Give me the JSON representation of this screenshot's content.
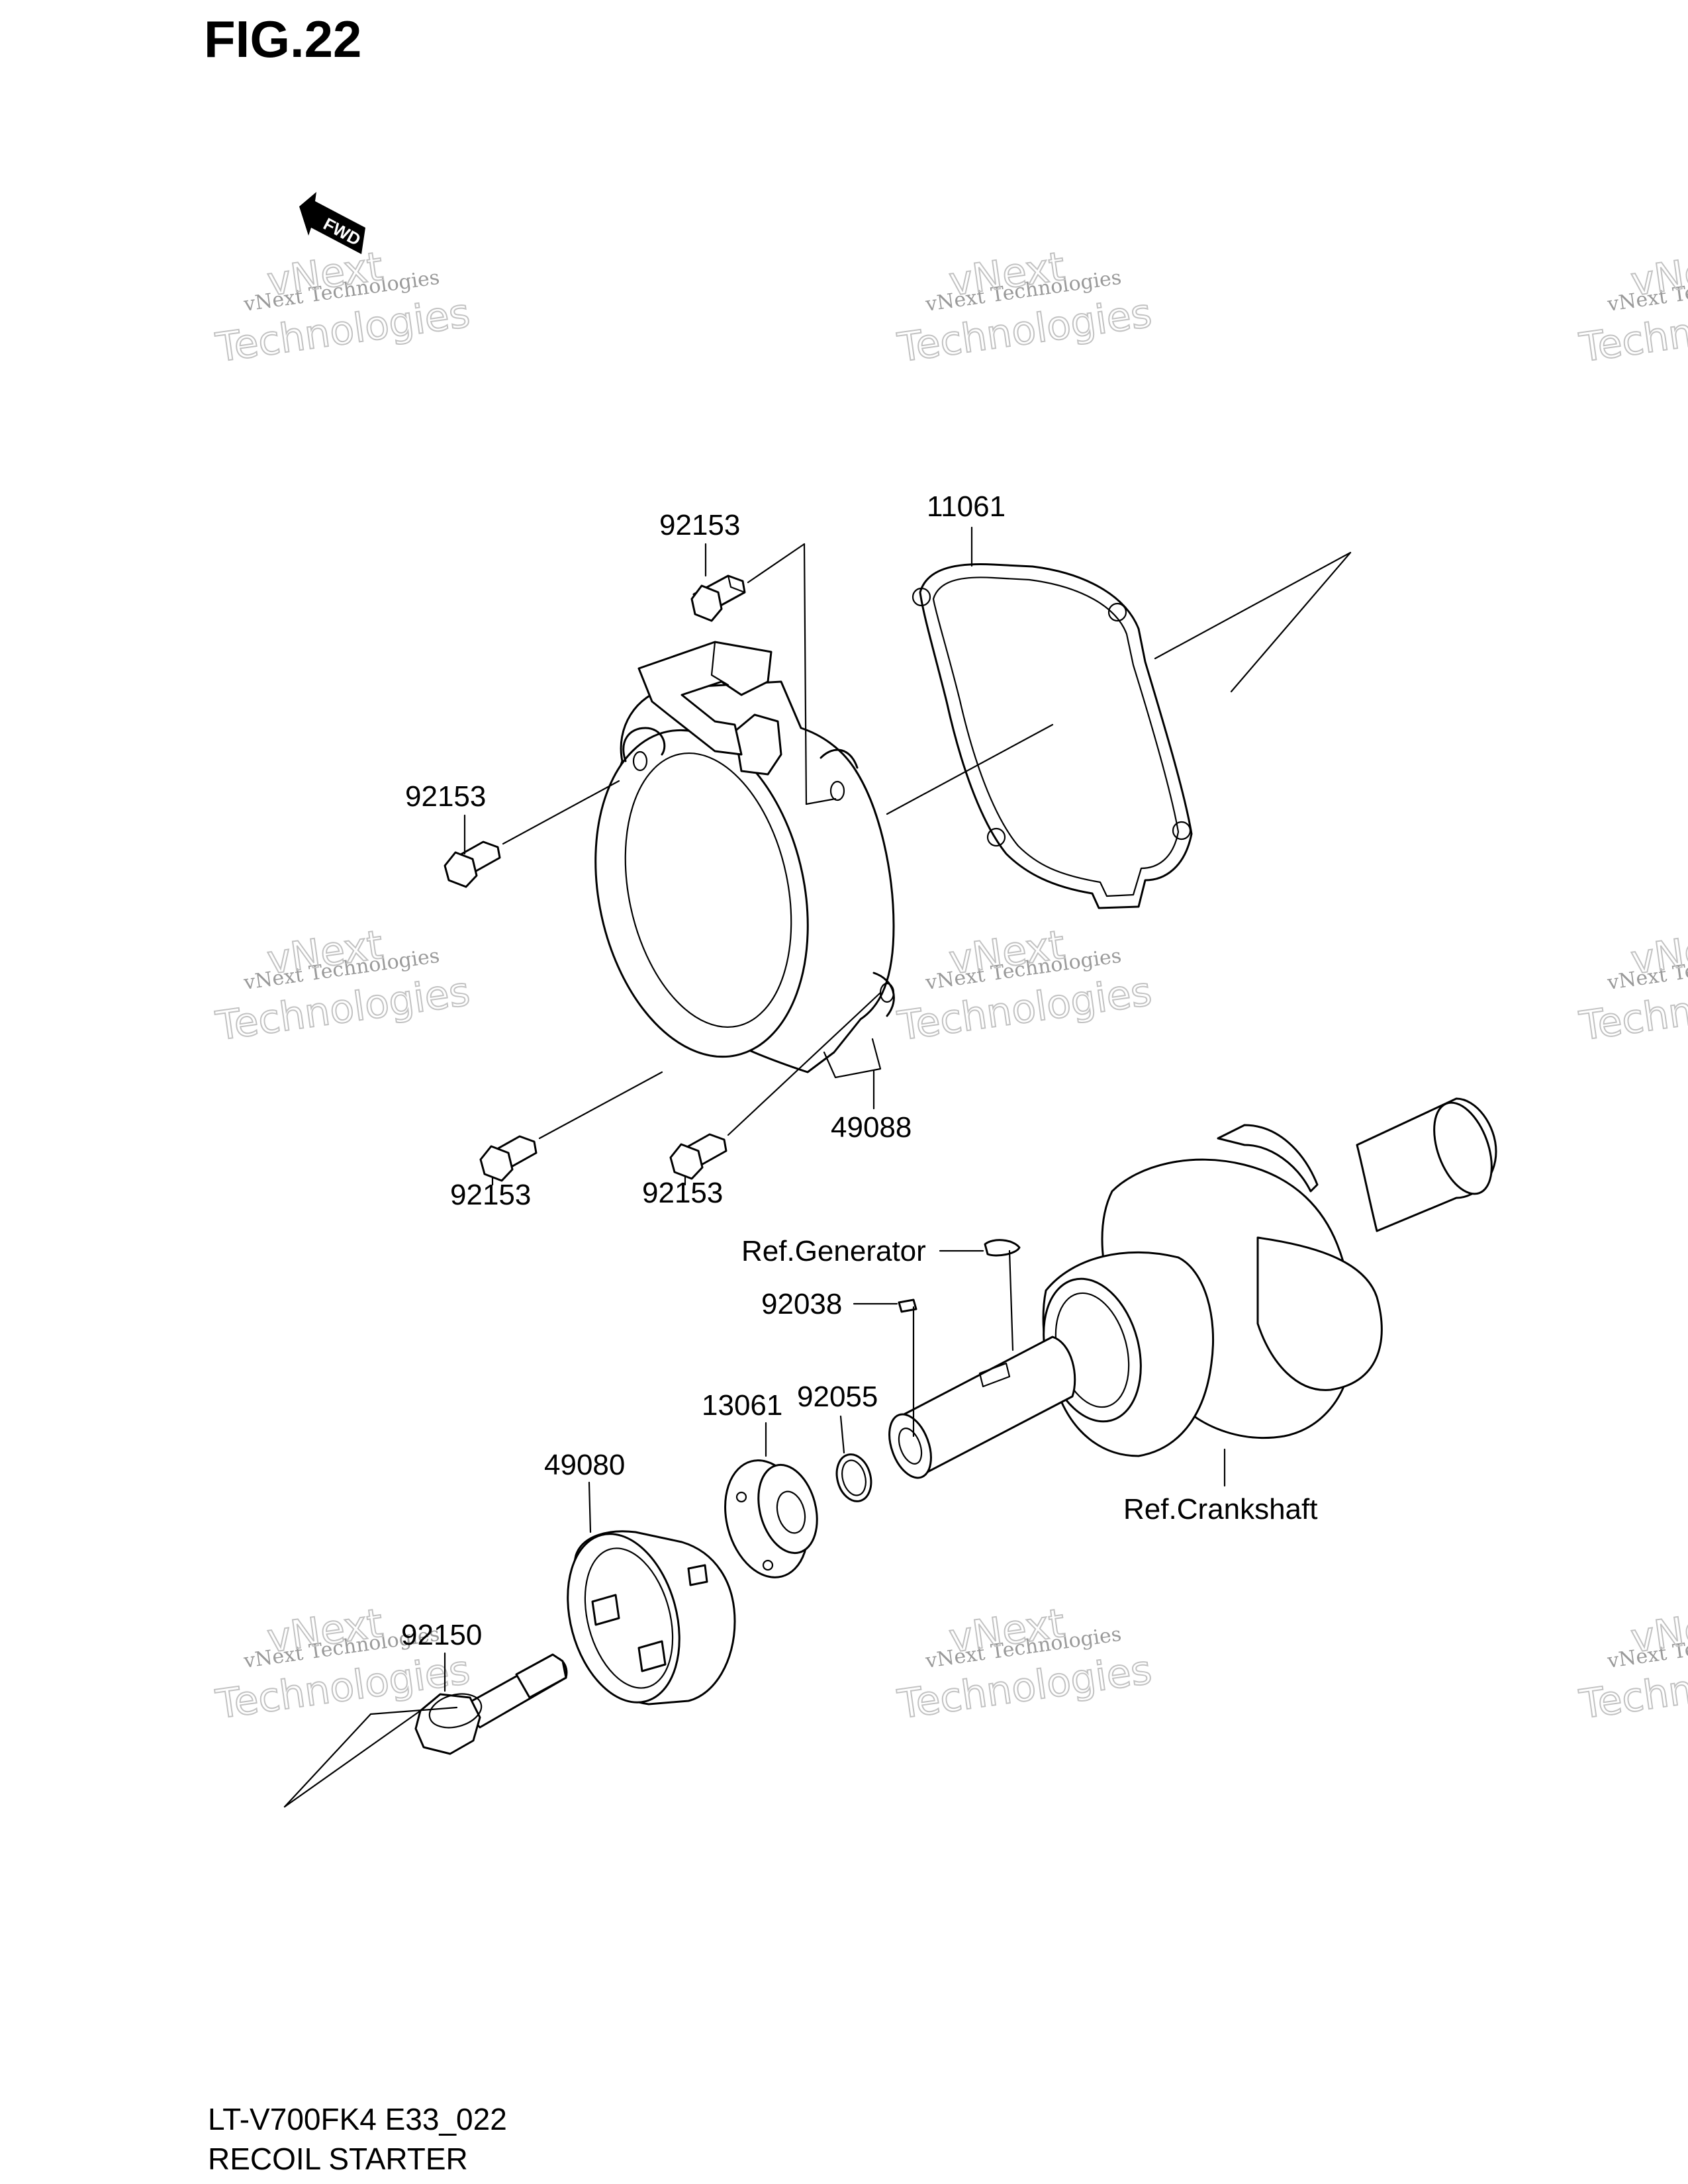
{
  "figure_label": "FIG.22",
  "direction_marker": {
    "icon": "fwd-arrow-icon",
    "text": "FWD"
  },
  "callouts": [
    {
      "id": "c-92153-top",
      "text": "92153"
    },
    {
      "id": "c-11061",
      "text": "11061"
    },
    {
      "id": "c-92153-left",
      "text": "92153"
    },
    {
      "id": "c-92153-bl",
      "text": "92153"
    },
    {
      "id": "c-92153-bm",
      "text": "92153"
    },
    {
      "id": "c-49088",
      "text": "49088"
    },
    {
      "id": "c-ref-generator",
      "text": "Ref.Generator"
    },
    {
      "id": "c-92038",
      "text": "92038"
    },
    {
      "id": "c-13061",
      "text": "13061"
    },
    {
      "id": "c-92055",
      "text": "92055"
    },
    {
      "id": "c-49080",
      "text": "49080"
    },
    {
      "id": "c-ref-crankshaft",
      "text": "Ref.Crankshaft"
    },
    {
      "id": "c-92150",
      "text": "92150"
    }
  ],
  "watermark": {
    "line1": "vNext Technologies",
    "line2": "vNext",
    "line3": "Technologies"
  },
  "footer": {
    "model": "LT-V700FK4 E33_022",
    "section": "RECOIL STARTER"
  }
}
